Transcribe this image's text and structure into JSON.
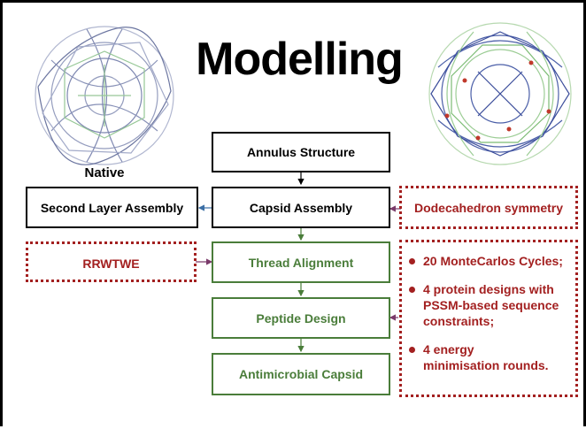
{
  "title": "Modelling",
  "native_label": "Native",
  "flow": {
    "annulus": "Annulus Structure",
    "capsid": "Capsid Assembly",
    "second_layer": "Second Layer Assembly",
    "dodecahedron": "Dodecahedron symmetry",
    "thread": "Thread Alignment",
    "rrwtwe": "RRWTWE",
    "peptide": "Peptide Design",
    "antimicrobial": "Antimicrobial Capsid"
  },
  "bullets": [
    "20 MonteCarlos Cycles;",
    "4 protein designs with\nPSSM-based sequence\nconstraints;",
    "4 energy\nminimisation rounds."
  ],
  "colors": {
    "green": "#4a7d3a",
    "red": "#a32020",
    "blue_arrow": "#3b6ea5",
    "purple_arrow": "#7a3a6a"
  }
}
